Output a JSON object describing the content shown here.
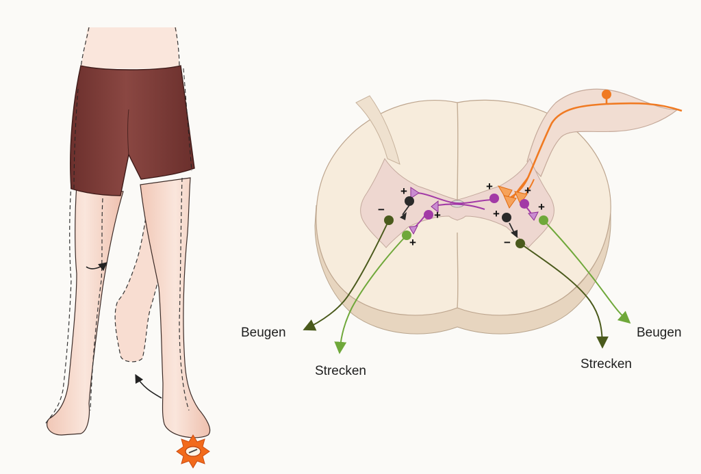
{
  "labels": {
    "left_beugen": "Beugen",
    "left_strecken": "Strecken",
    "right_beugen": "Beugen",
    "right_strecken": "Strecken"
  },
  "signs": {
    "plus": "+",
    "minus": "−"
  },
  "colors": {
    "flexor_path": "#4a5a1c",
    "extensor_path": "#6fa83a",
    "interneuron": "#a23aa6",
    "sensory_afferent": "#f07a22",
    "inhibitory_neuron": "#2a2a2a",
    "shorts": "#7b3b37",
    "skin": "#f6d9cc",
    "cord_white_matter": "#f7ecdc",
    "cord_grey_matter": "#eed7d0",
    "stimulus": "#f26a1b"
  },
  "icons": {
    "stimulus": "pain-stimulus-star-icon",
    "knee_arrow": "knee-flexion-arrow-icon",
    "foot_arrow": "foot-withdrawal-arrow-icon"
  }
}
